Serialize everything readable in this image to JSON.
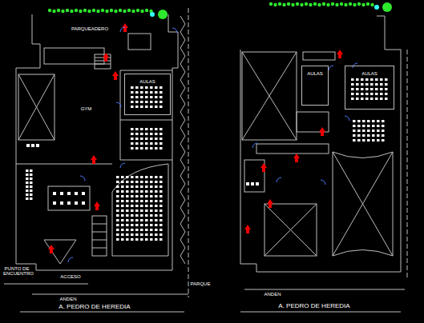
{
  "diagram": {
    "nodes": [
      {
        "text": [
          "GYM"
        ]
      },
      {
        "text": [
          "AULAS"
        ]
      },
      {
        "text": [
          "AULAS"
        ]
      },
      {
        "text": [
          "AULAS"
        ]
      }
    ],
    "labels": [
      "PARQUEADERO",
      "PUNTO DE ENCUENTRO",
      "ACCESO",
      "ANDEN",
      "A. PEDRO DE HEREDIA",
      "PARQUE",
      "ANDEN",
      "A. PEDRO DE HEREDIA"
    ]
  }
}
